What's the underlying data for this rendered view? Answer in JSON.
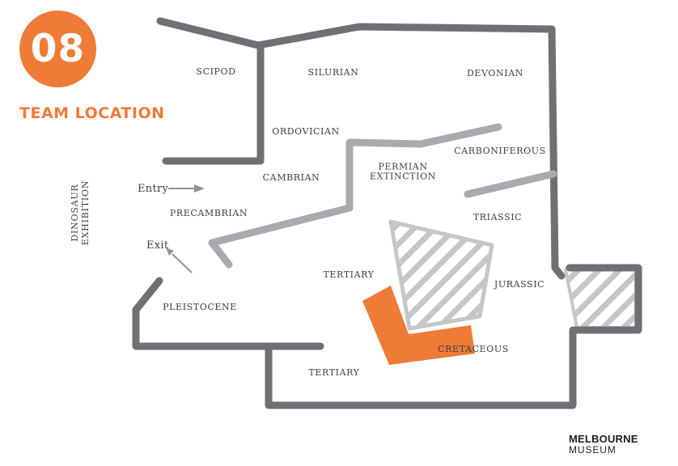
{
  "badge": {
    "number": "08",
    "title": "TEAM LOCATION"
  },
  "exhibition": {
    "line1": "DINOSAUR",
    "line2": "EXHIBITION"
  },
  "gates": {
    "entry": "Entry",
    "exit": "Exit"
  },
  "rooms": [
    {
      "id": "scipod",
      "label": "SCIPOD"
    },
    {
      "id": "silurian",
      "label": "SILURIAN"
    },
    {
      "id": "devonian",
      "label": "DEVONIAN"
    },
    {
      "id": "ordovician",
      "label": "ORDOVICIAN"
    },
    {
      "id": "carboniferous",
      "label": "CARBONIFEROUS"
    },
    {
      "id": "cambrian",
      "label": "CAMBRIAN"
    },
    {
      "id": "permian-extinction",
      "label": "PERMIAN EXTINCTION"
    },
    {
      "id": "precambrian",
      "label": "PRECAMBRIAN"
    },
    {
      "id": "triassic",
      "label": "TRIASSIC"
    },
    {
      "id": "tertiary-upper",
      "label": "TERTIARY"
    },
    {
      "id": "jurassic",
      "label": "JURASSIC"
    },
    {
      "id": "pleistocene",
      "label": "PLEISTOCENE"
    },
    {
      "id": "cretaceous",
      "label": "CRETACEOUS"
    },
    {
      "id": "tertiary-lower",
      "label": "TERTIARY"
    }
  ],
  "logo": {
    "line1": "MELBOURNE",
    "line2": "MUSEUM"
  },
  "colors": {
    "accent_orange": "#ee7b36",
    "wall_dark": "#6f7073",
    "wall_light": "#a8aaad",
    "hatch_gray": "#c5c6c8",
    "label_text": "#3f3f41",
    "arrow_gray": "#919396"
  }
}
